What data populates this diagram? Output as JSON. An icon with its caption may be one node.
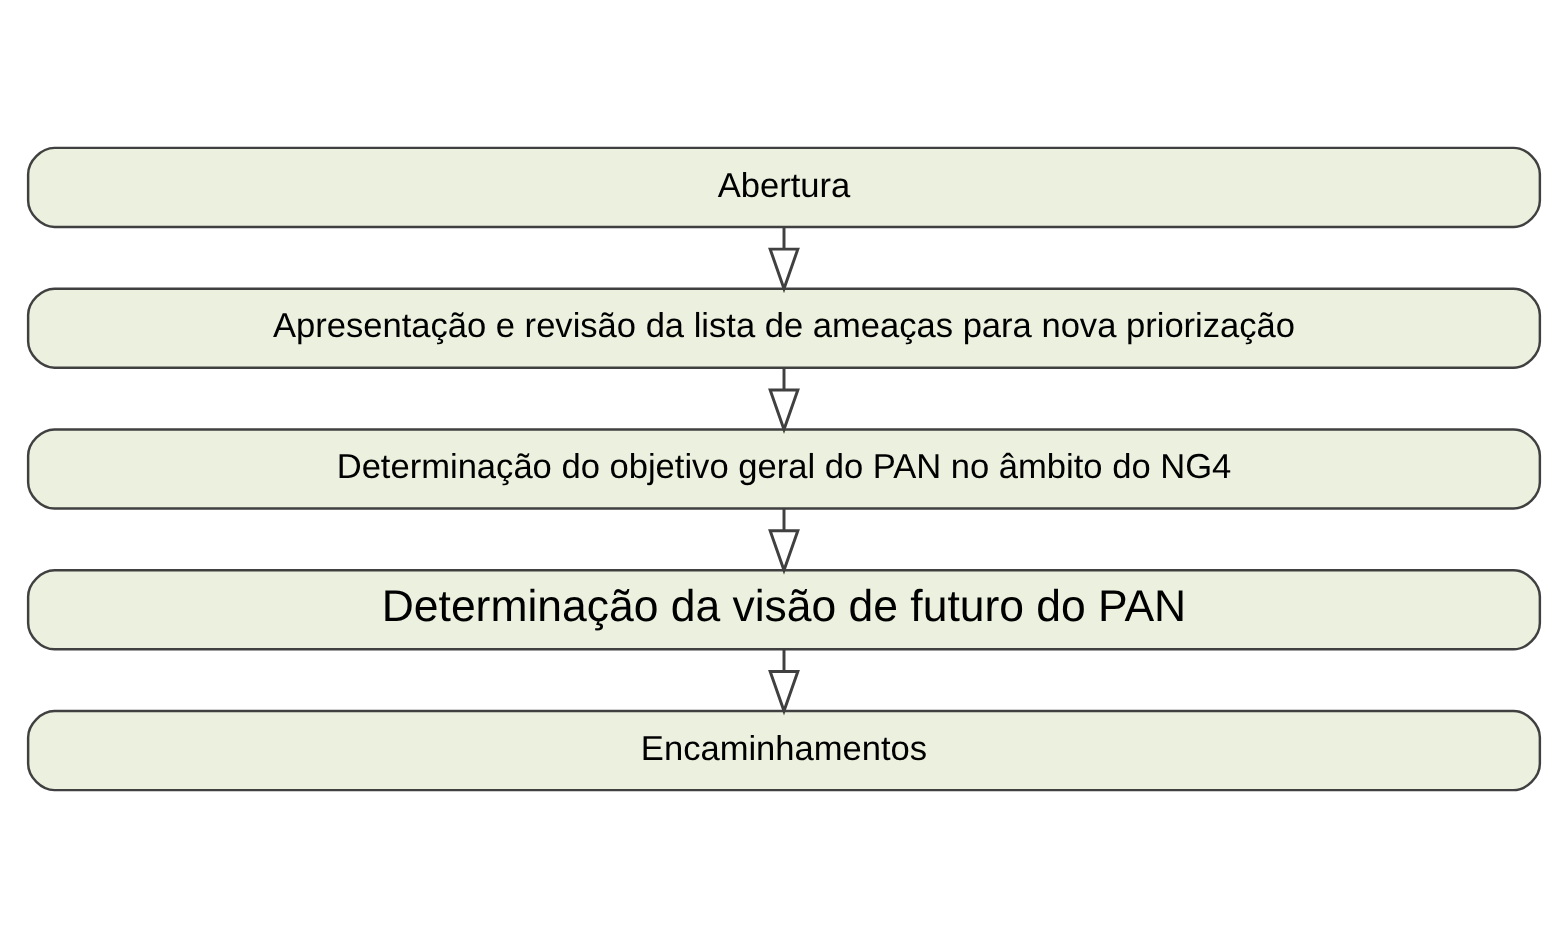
{
  "diagram": {
    "nodes": [
      {
        "text": [
          "Abertura"
        ]
      },
      {
        "text": [
          "Apresentação e revisão da lista de ameaças para nova priorização"
        ]
      },
      {
        "text": [
          "Determinação do objetivo geral do PAN no âmbito do NG4"
        ]
      },
      {
        "text": [
          "Determinação da visão de futuro do PAN"
        ]
      },
      {
        "text": [
          "Encaminhamentos"
        ]
      }
    ],
    "edges": [
      {
        "from": 0,
        "to": 1,
        "arrow": "to"
      },
      {
        "from": 1,
        "to": 2,
        "arrow": "to"
      },
      {
        "from": 2,
        "to": 3,
        "arrow": "to"
      },
      {
        "from": 3,
        "to": 4,
        "arrow": "to"
      }
    ]
  }
}
